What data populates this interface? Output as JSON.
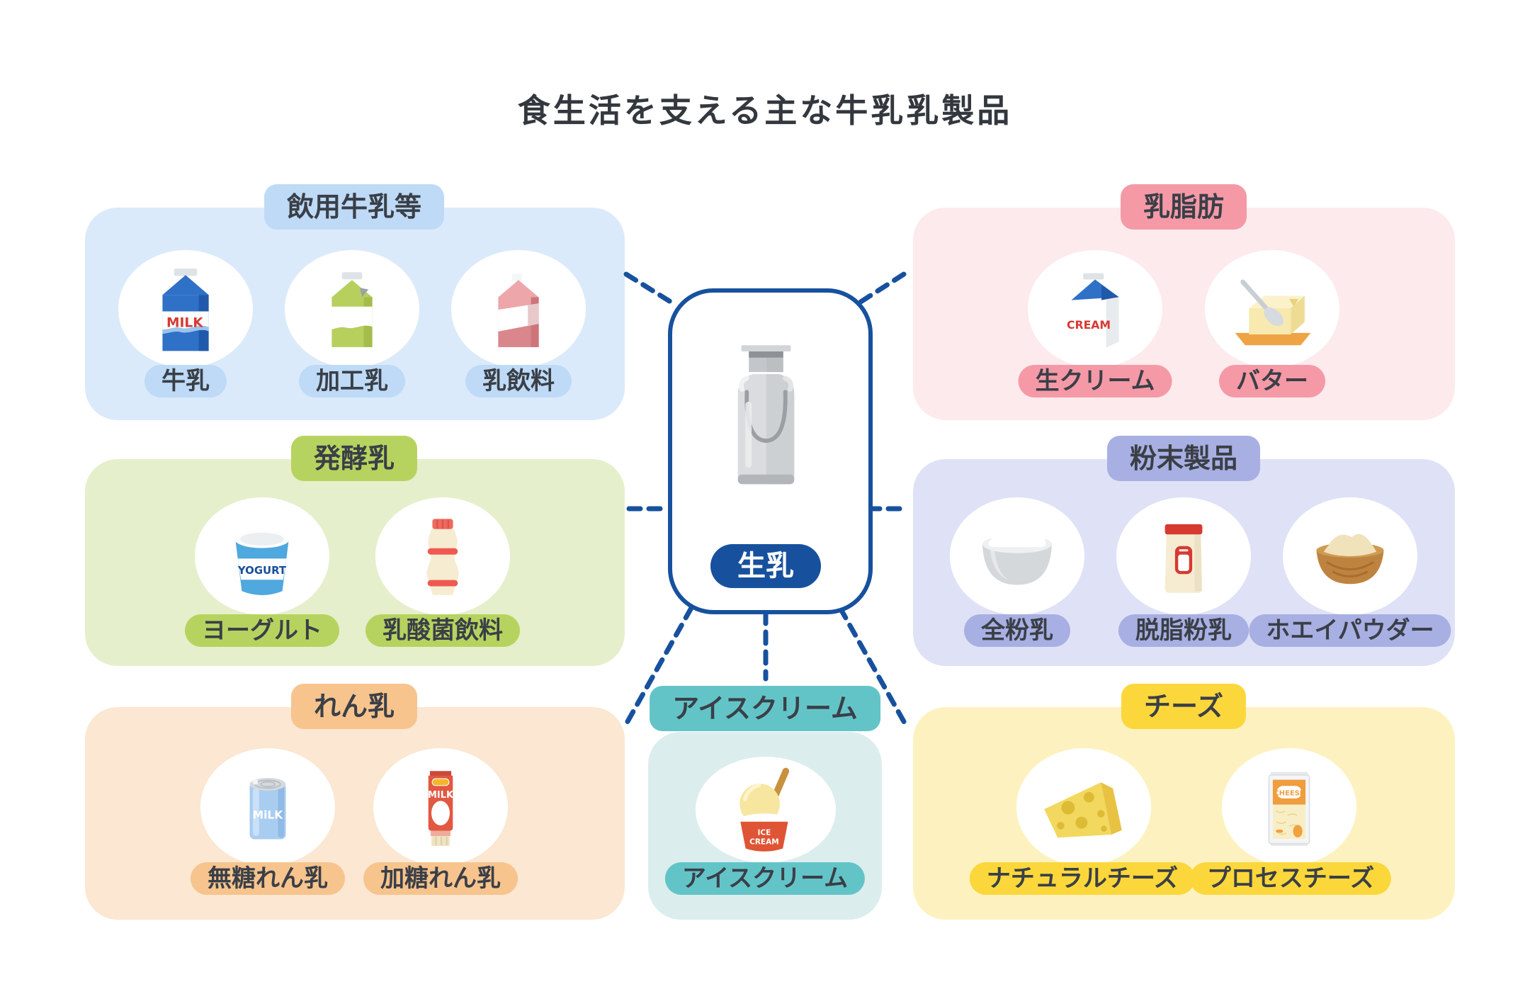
{
  "title": "食生活を支える主な牛乳乳製品",
  "center": {
    "label": "生乳",
    "icon": "milk-can-icon",
    "border_color": "#17519e",
    "label_bg": "#17519e",
    "label_text_color": "#ffffff"
  },
  "connector_color": "#17519e",
  "text_color": "#3a3f47",
  "categories": [
    {
      "id": "drinking-milk",
      "label": "飲用牛乳等",
      "bg": "#dbeafa",
      "accent": "#bedaf7",
      "items": [
        {
          "label": "牛乳",
          "icon": "milk-carton-blue-icon"
        },
        {
          "label": "加工乳",
          "icon": "milk-carton-green-icon"
        },
        {
          "label": "乳飲料",
          "icon": "milk-carton-pink-icon"
        }
      ]
    },
    {
      "id": "fermented-milk",
      "label": "発酵乳",
      "bg": "#e5efcc",
      "accent": "#b7d35f",
      "items": [
        {
          "label": "ヨーグルト",
          "icon": "yogurt-cup-icon"
        },
        {
          "label": "乳酸菌飲料",
          "icon": "lactic-acid-drink-icon"
        }
      ]
    },
    {
      "id": "condensed-milk",
      "label": "れん乳",
      "bg": "#fbe7d2",
      "accent": "#f7c48e",
      "items": [
        {
          "label": "無糖れん乳",
          "icon": "condensed-milk-can-icon"
        },
        {
          "label": "加糖れん乳",
          "icon": "condensed-milk-tube-icon"
        }
      ]
    },
    {
      "id": "milk-fat",
      "label": "乳脂肪",
      "bg": "#fdeaec",
      "accent": "#f599a7",
      "items": [
        {
          "label": "生クリーム",
          "icon": "cream-carton-icon"
        },
        {
          "label": "バター",
          "icon": "butter-icon"
        }
      ]
    },
    {
      "id": "powdered-products",
      "label": "粉末製品",
      "bg": "#dfe2f6",
      "accent": "#a8afe2",
      "items": [
        {
          "label": "全粉乳",
          "icon": "whole-milk-powder-bowl-icon"
        },
        {
          "label": "脱脂粉乳",
          "icon": "skim-milk-powder-bag-icon"
        },
        {
          "label": "ホエイパウダー",
          "icon": "whey-powder-bowl-icon"
        }
      ]
    },
    {
      "id": "cheese",
      "label": "チーズ",
      "bg": "#fdf2bf",
      "accent": "#fcd73b",
      "items": [
        {
          "label": "ナチュラルチーズ",
          "icon": "natural-cheese-wedge-icon"
        },
        {
          "label": "プロセスチーズ",
          "icon": "process-cheese-bag-icon"
        }
      ]
    },
    {
      "id": "ice-cream",
      "label": "アイスクリーム",
      "bg": "#dcedee",
      "accent": "#63c4c8",
      "items": [
        {
          "label": "アイスクリーム",
          "icon": "ice-cream-cup-icon"
        }
      ]
    }
  ]
}
